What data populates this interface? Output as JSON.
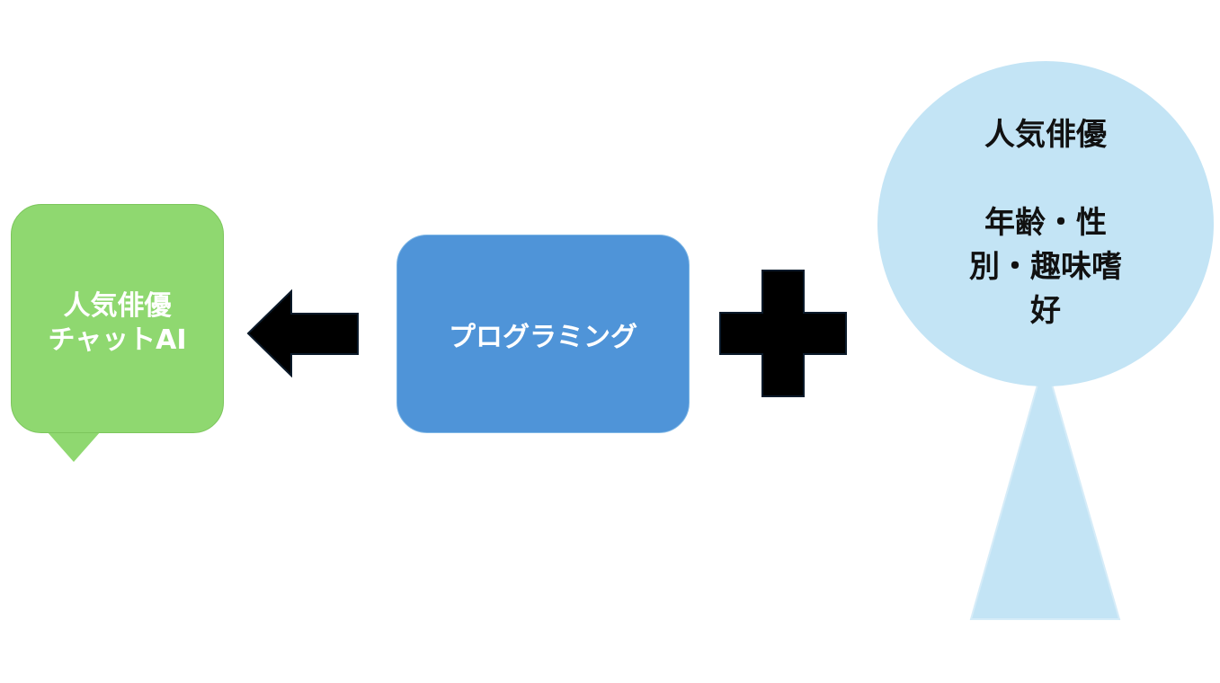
{
  "diagram": {
    "chat_bubble": {
      "line1": "人気俳優",
      "line2": "チャットAI",
      "color": "#8fd870"
    },
    "programming_box": {
      "label": "プログラミング",
      "color": "#4f94d8"
    },
    "arrow": {
      "direction": "left",
      "color": "#000000"
    },
    "plus": {
      "color": "#000000"
    },
    "person": {
      "title": "人気俳優",
      "line1": "年齢・性",
      "line2": "別・趣味嗜",
      "line3": "好",
      "color": "#c3e4f5"
    }
  }
}
